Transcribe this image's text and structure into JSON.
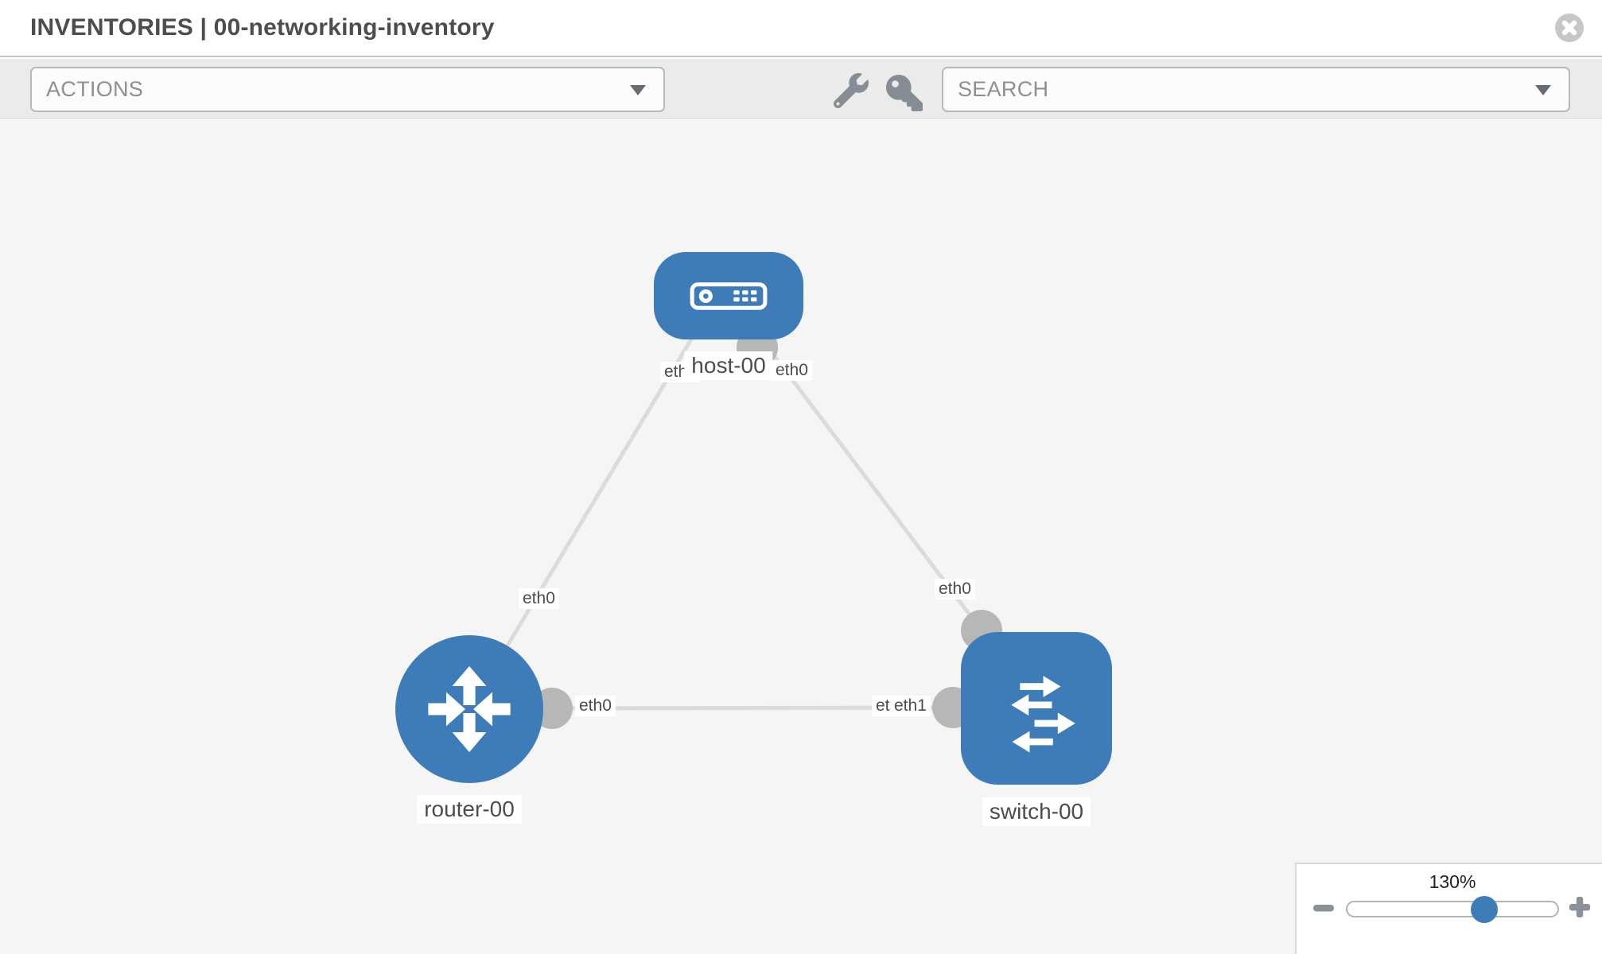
{
  "header": {
    "title": "INVENTORIES | 00-networking-inventory"
  },
  "toolbar": {
    "actions_dropdown": "ACTIONS",
    "search_dropdown": "SEARCH"
  },
  "icons": {
    "close": "circle-x-icon",
    "tools": [
      "wrench-icon",
      "key-icon"
    ],
    "dropdown_caret": "chevron-down-icon",
    "zoom_out": "minus-icon",
    "zoom_in": "plus-icon"
  },
  "topology": {
    "nodes": [
      {
        "name": "host-00",
        "type": "host"
      },
      {
        "name": "router-00",
        "type": "router"
      },
      {
        "name": "switch-00",
        "type": "switch"
      }
    ],
    "links": [
      {
        "from": "host-00",
        "to": "router-00",
        "from_if": "eth0",
        "to_if": "eth0"
      },
      {
        "from": "host-00",
        "to": "switch-00",
        "from_if": "eth0",
        "to_if": "eth0"
      },
      {
        "from": "router-00",
        "to": "switch-00",
        "from_if": "eth0",
        "to_if_back": "eth0",
        "to_if_front": "eth1"
      }
    ]
  },
  "zoom_control": {
    "level": "130%"
  },
  "colors": {
    "node_blue": "#3d7cb8",
    "link_gray": "#dbdbdb",
    "dot_gray": "#b7b7b7",
    "canvas_bg": "#f5f5f5",
    "toolbar_bg": "#ebebeb"
  }
}
